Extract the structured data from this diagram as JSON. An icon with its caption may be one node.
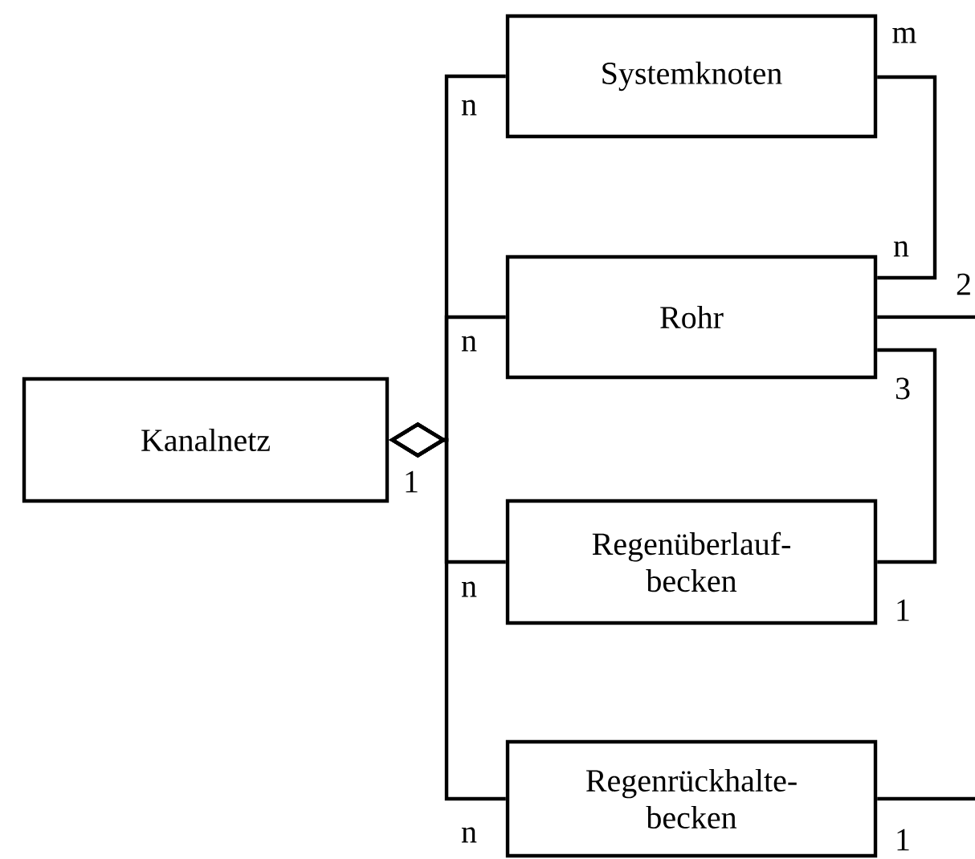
{
  "diagram": {
    "nodes": [
      {
        "text": [
          "Kanalnetz"
        ]
      },
      {
        "text": [
          "Systemknoten"
        ]
      },
      {
        "text": [
          "Rohr"
        ]
      },
      {
        "text": [
          "Regenüberlauf- becken"
        ]
      },
      {
        "text": [
          "Regenrückhalte- becken"
        ]
      }
    ],
    "edges": [
      {
        "from": 0,
        "to": 1,
        "arrow": "other"
      },
      {
        "from": 0,
        "to": 2,
        "arrow": "other"
      },
      {
        "from": 0,
        "to": 3,
        "arrow": "other"
      },
      {
        "from": 0,
        "to": 4,
        "arrow": "other"
      },
      {
        "from": 1,
        "to": 2,
        "arrow": "none"
      },
      {
        "from": 2,
        "to": 3,
        "arrow": "none"
      },
      {
        "from": 2,
        "to": null,
        "arrow": "none"
      },
      {
        "from": 4,
        "to": null,
        "arrow": "none"
      }
    ],
    "labels": [
      "m",
      "n",
      "n",
      "2",
      "n",
      "3",
      "1",
      "n",
      "1",
      "n",
      "1"
    ]
  }
}
